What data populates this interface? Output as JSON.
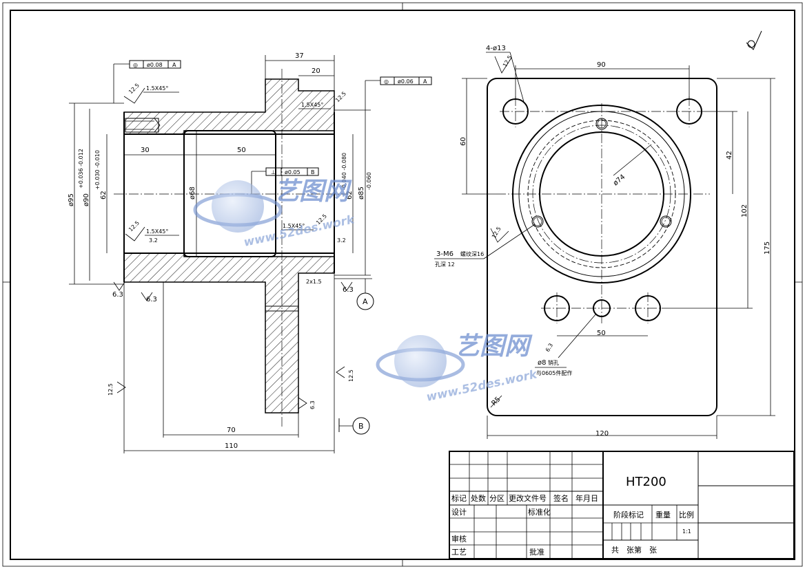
{
  "dimensions": {
    "d37": "37",
    "d20": "20",
    "d30": "30",
    "d50a": "50",
    "d70": "70",
    "d110": "110",
    "d95": "ø95",
    "d90": "ø90",
    "d90_tol": "+0.036 -0.012",
    "d62": "62",
    "d62_tol": "+0.030 -0.010",
    "d68": "ø68",
    "d62b": "62",
    "d62b_tol": "-0.040 -0.080",
    "d85": "ø85",
    "d85_tol": "-0.060",
    "d2x15": "2x1.5",
    "d90b": "90",
    "d60": "60",
    "d42": "42",
    "d102": "102",
    "d175": "175",
    "d120": "120",
    "d50b": "50",
    "d74": "ø74",
    "d4x13": "4-ø13",
    "dR5": "R5"
  },
  "chamfers": {
    "c1": "1.5X45°",
    "c2": "1.5X45°",
    "c3": "1.5X45°",
    "c4": "1.5X45°"
  },
  "tolerance_frames": {
    "f1": {
      "symbol": "◎",
      "value": "ø0.08",
      "datum": "A"
    },
    "f2": {
      "symbol": "◎",
      "value": "ø0.06",
      "datum": "A"
    },
    "f3": {
      "symbol": "⊥",
      "value": "ø0.05",
      "datum": "B"
    }
  },
  "roughness": {
    "r1": "12.5",
    "r2": "12.5",
    "r3": "12.5",
    "r4": "12.5",
    "r5": "12.5",
    "r6": "12.5",
    "r7": "12.5",
    "r8": "12.5",
    "r9": "6.3",
    "r10": "6.3",
    "r11": "6.3",
    "r12": "6.3",
    "r13": "6.3",
    "r14": "3.2",
    "r15": "3.2"
  },
  "datums": {
    "a": "A",
    "b": "B"
  },
  "notes": {
    "thread": "3-M6",
    "thread_depth": "螺纹深16",
    "thread_hole": "孔深 12",
    "pin": "ø8",
    "pin_note1": "销孔",
    "pin_note2": "与0605件配作"
  },
  "title_block": {
    "material": "HT200",
    "h_mark": "标记",
    "h_count": "处数",
    "h_zone": "分区",
    "h_doc": "更改文件号",
    "h_sign": "签名",
    "h_date": "年月日",
    "design": "设计",
    "standard": "标准化",
    "review": "审核",
    "process": "工艺",
    "approve": "批准",
    "stage": "阶段标记",
    "weight": "重量",
    "scale_label": "比例",
    "scale": "1:1",
    "sheets": "共　张第　张"
  },
  "watermark": {
    "cn": "艺图网",
    "url": "www.52des.work"
  },
  "colors": {
    "watermark": "#6f8fcf",
    "line": "#000000"
  }
}
